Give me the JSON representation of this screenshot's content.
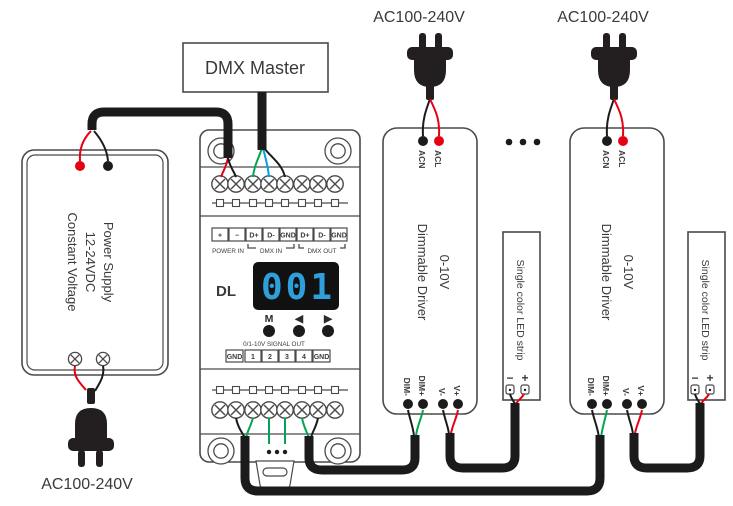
{
  "colors": {
    "wire_red": "#e60012",
    "wire_green": "#00a651",
    "wire_blue": "#00a0e9",
    "wire_black": "#1b1b1b",
    "plug_black": "#231f20",
    "display_background": "#111111",
    "display_digits": "#2f9fdb",
    "box_outline": "#4a4a4c",
    "label_text": "#3d393a"
  },
  "dmx_master": {
    "label": "DMX Master"
  },
  "power_supply": {
    "line1": "Power Supply",
    "line2": "12-24VDC",
    "line3": "Constant Voltage",
    "ac_input_label": "AC100-240V"
  },
  "controller": {
    "model": "DL",
    "display_value": "001",
    "button_menu": "M",
    "button_left": "◀",
    "button_right": "▶",
    "power_in_group": "POWER IN",
    "dmx_in_group": "DMX IN",
    "dmx_out_group": "DMX OUT",
    "signal_out_title": "0/1-10V SIGNAL OUT",
    "terminals_top": [
      "+",
      "−",
      "D+",
      "D-",
      "GND",
      "D+",
      "D-",
      "GND"
    ],
    "terminals_signal_out": [
      "GND",
      "1",
      "2",
      "3",
      "4",
      "GND"
    ]
  },
  "driver1": {
    "ac_input_label": "AC100-240V",
    "terminal_acl": "ACL",
    "terminal_acn": "ACN",
    "title_line1": "0-10V",
    "title_line2": "Dimmable Driver",
    "terminal_dim_minus": "DIM-",
    "terminal_dim_plus": "DIM+",
    "terminal_v_minus": "V-",
    "terminal_v_plus": "V+"
  },
  "driver2": {
    "ac_input_label": "AC100-240V",
    "terminal_acl": "ACL",
    "terminal_acn": "ACN",
    "title_line1": "0-10V",
    "title_line2": "Dimmable Driver",
    "terminal_dim_minus": "DIM-",
    "terminal_dim_plus": "DIM+",
    "terminal_v_minus": "V-",
    "terminal_v_plus": "V+"
  },
  "led_strip1": {
    "label": "Single color LED strip",
    "terminal_minus": "−",
    "terminal_plus": "+"
  },
  "led_strip2": {
    "label": "Single color LED strip",
    "terminal_minus": "−",
    "terminal_plus": "+"
  }
}
